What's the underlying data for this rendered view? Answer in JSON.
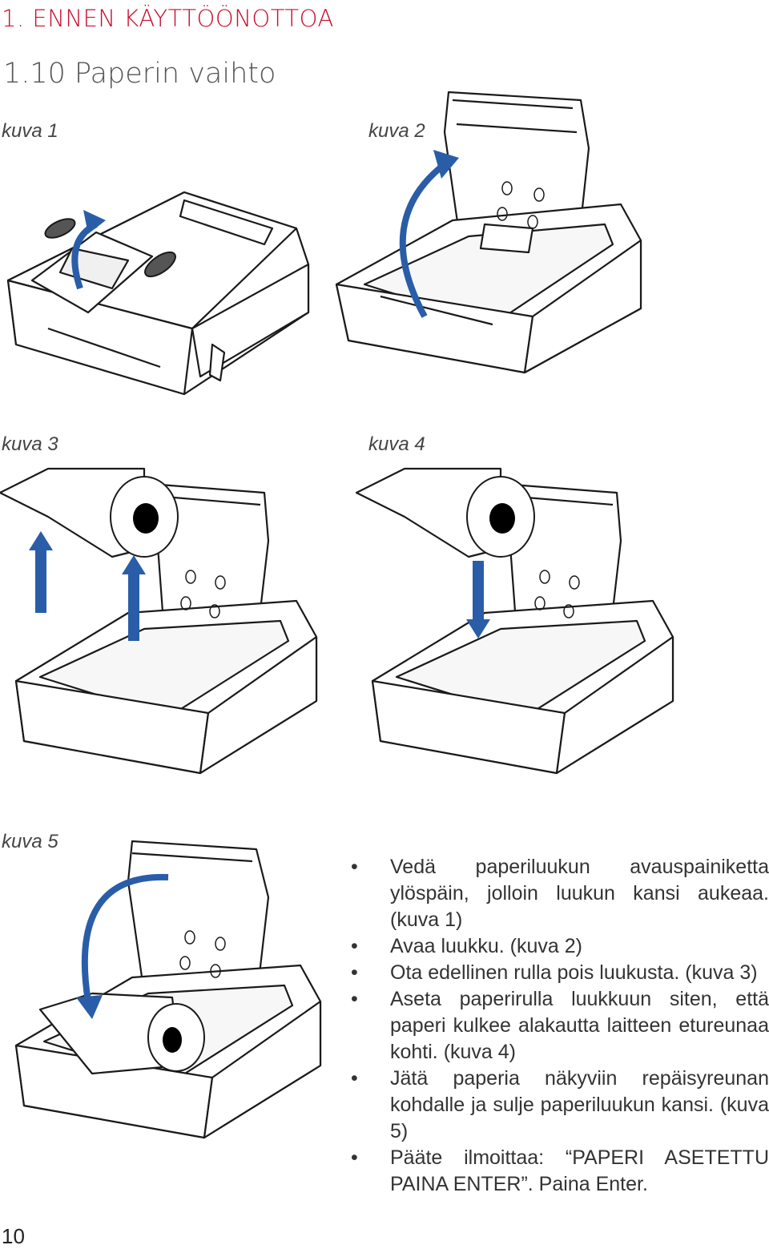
{
  "header": {
    "chapter": "1. ENNEN KÄYTTÖÖNOTTOA",
    "section": "1.10 Paperin vaihto"
  },
  "figures": [
    {
      "caption": "kuva 1"
    },
    {
      "caption": "kuva 2"
    },
    {
      "caption": "kuva 3"
    },
    {
      "caption": "kuva 4"
    },
    {
      "caption": "kuva 5"
    }
  ],
  "instructions": [
    "Vedä paperiluukun avauspainiketta ylöspäin, jolloin luukun kansi aukeaa. (kuva 1)",
    "Avaa luukku. (kuva 2)",
    "Ota edellinen rulla pois luukusta. (kuva 3)",
    "Aseta paperirulla luukkuun siten, että paperi kulkee alakautta laitteen etureunaa kohti. (kuva 4)",
    "Jätä paperia näkyviin repäisyreunan kohdalle ja sulje paperiluukun kansi. (kuva 5)",
    "Pääte ilmoittaa: “PAPERI ASETETTU PAINA ENTER”. Paina Enter."
  ],
  "bullet_symbol": "•",
  "page_number": "10",
  "colors": {
    "chapter": "#c8102e",
    "arrow": "#2a5da8",
    "line": "#1a1a1a"
  }
}
